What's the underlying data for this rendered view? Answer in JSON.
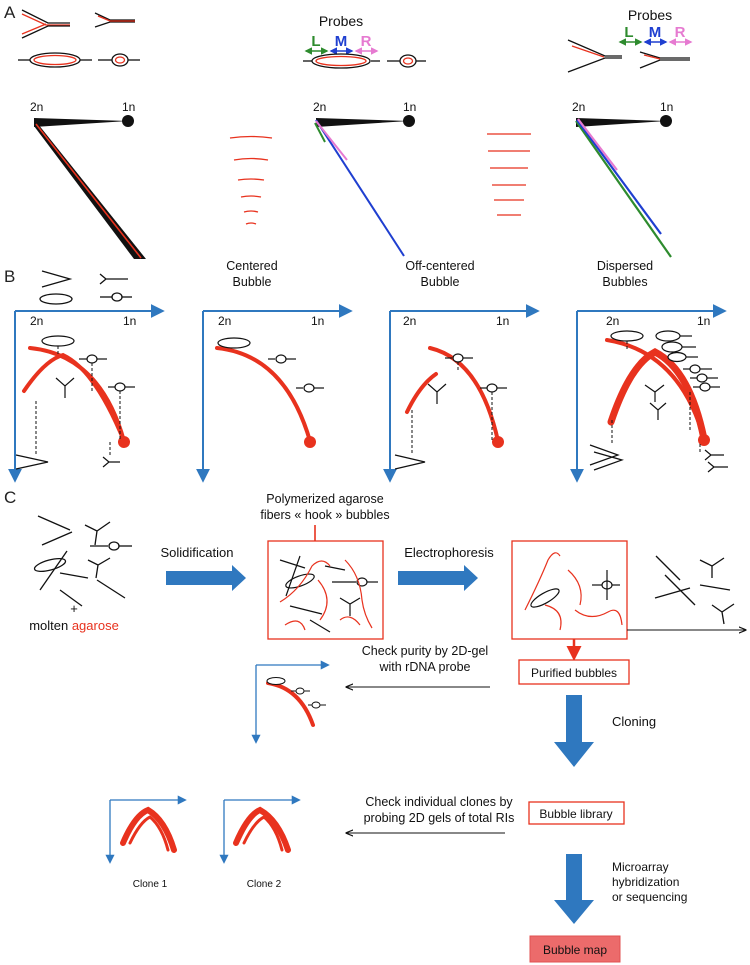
{
  "panels": {
    "a": "A",
    "b": "B",
    "c": "C"
  },
  "panelA": {
    "probes_title": "Probes",
    "probe_left": "L",
    "probe_mid": "M",
    "probe_right": "R",
    "axis_2n": "2n",
    "axis_1n": "1n"
  },
  "panelB": {
    "header_centered_1": "Centered",
    "header_centered_2": "Bubble",
    "header_off_1": "Off-centered",
    "header_off_2": "Bubble",
    "header_disp_1": "Dispersed",
    "header_disp_2": "Bubbles",
    "axis_2n": "2n",
    "axis_1n": "1n"
  },
  "panelC": {
    "molten_plus": "+",
    "molten_1": "molten ",
    "molten_2": "agarose",
    "solidification": "Solidification",
    "fibers_1": "Polymerized agarose",
    "fibers_2": "fibers « hook » bubbles",
    "electrophoresis": "Electrophoresis",
    "purified": "Purified bubbles",
    "purity_1": "Check purity by 2D-gel",
    "purity_2": "with rDNA probe",
    "cloning": "Cloning",
    "library": "Bubble library",
    "clones_1": "Check individual clones by",
    "clones_2": "probing 2D gels of total RIs",
    "clone1": "Clone 1",
    "clone2": "Clone 2",
    "micro_1": "Microarray",
    "micro_2": "hybridization",
    "micro_3": "or sequencing",
    "map": "Bubble map"
  },
  "colors": {
    "red": "#e8321e",
    "blue": "#2f78bf",
    "green": "#2e8b2e",
    "probe_blue": "#1f3fd0",
    "pink": "#e67ad1",
    "map_fill": "#ec6b6b"
  }
}
